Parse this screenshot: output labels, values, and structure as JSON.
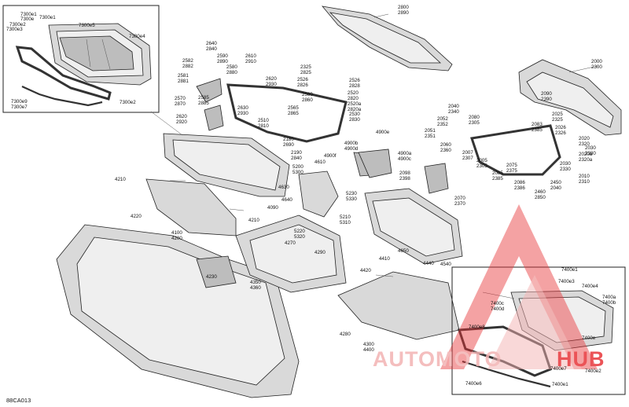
{
  "diagram": {
    "reference_code": "88CA013",
    "watermark": {
      "word1": "AUTOMOTO",
      "word2": "HUB",
      "color": "#e8363a",
      "accent": "#f3b3b3"
    },
    "part_labels": [
      {
        "id": "7300e1a",
        "text": "7300e1"
      },
      {
        "id": "7300ea",
        "text": "7300e"
      },
      {
        "id": "7300e1b",
        "text": "7300e1"
      },
      {
        "id": "7300e2t",
        "text": "7300e2"
      },
      {
        "id": "7300e3",
        "text": "7300e3"
      },
      {
        "id": "7300e5",
        "text": "7300e5"
      },
      {
        "id": "7300e4",
        "text": "7300e4"
      },
      {
        "id": "7300e9",
        "text": "7300e9"
      },
      {
        "id": "7300e7",
        "text": "7300e7"
      },
      {
        "id": "7300e2b",
        "text": "7300e2"
      },
      {
        "id": "2800",
        "text": "2800"
      },
      {
        "id": "2890",
        "text": "2890"
      },
      {
        "id": "2000",
        "text": "2000"
      },
      {
        "id": "2300",
        "text": "2300"
      },
      {
        "id": "2640",
        "text": "2640"
      },
      {
        "id": "2840",
        "text": "2840"
      },
      {
        "id": "2610",
        "text": "2610"
      },
      {
        "id": "2910",
        "text": "2910"
      },
      {
        "id": "2582",
        "text": "2582"
      },
      {
        "id": "2882",
        "text": "2882"
      },
      {
        "id": "2590",
        "text": "2590"
      },
      {
        "id": "2890b",
        "text": "2890"
      },
      {
        "id": "2581",
        "text": "2581"
      },
      {
        "id": "2881",
        "text": "2881"
      },
      {
        "id": "2580",
        "text": "2580"
      },
      {
        "id": "2880",
        "text": "2880"
      },
      {
        "id": "2620",
        "text": "2620"
      },
      {
        "id": "2930",
        "text": "2930"
      },
      {
        "id": "2325",
        "text": "2325"
      },
      {
        "id": "2825",
        "text": "2825"
      },
      {
        "id": "2526",
        "text": "2526"
      },
      {
        "id": "2826",
        "text": "2826"
      },
      {
        "id": "2526b",
        "text": "2526"
      },
      {
        "id": "2828",
        "text": "2828"
      },
      {
        "id": "2520",
        "text": "2520"
      },
      {
        "id": "2820",
        "text": "2820"
      },
      {
        "id": "2520a",
        "text": "2520a"
      },
      {
        "id": "2820a",
        "text": "2820a"
      },
      {
        "id": "2570",
        "text": "2570"
      },
      {
        "id": "2870",
        "text": "2870"
      },
      {
        "id": "2585",
        "text": "2585"
      },
      {
        "id": "2885",
        "text": "2885"
      },
      {
        "id": "2560",
        "text": "2560"
      },
      {
        "id": "2860",
        "text": "2860"
      },
      {
        "id": "2630",
        "text": "2630"
      },
      {
        "id": "2930b",
        "text": "2930"
      },
      {
        "id": "2565",
        "text": "2565"
      },
      {
        "id": "2865",
        "text": "2865"
      },
      {
        "id": "2530",
        "text": "2530"
      },
      {
        "id": "2830",
        "text": "2830"
      },
      {
        "id": "2620b",
        "text": "2620"
      },
      {
        "id": "2920",
        "text": "2920"
      },
      {
        "id": "2510",
        "text": "2510"
      },
      {
        "id": "2810",
        "text": "2810"
      },
      {
        "id": "2040",
        "text": "2040"
      },
      {
        "id": "2340",
        "text": "2340"
      },
      {
        "id": "2090",
        "text": "2090"
      },
      {
        "id": "2390",
        "text": "2390"
      },
      {
        "id": "2080",
        "text": "2080"
      },
      {
        "id": "2305",
        "text": "2305"
      },
      {
        "id": "2025",
        "text": "2025"
      },
      {
        "id": "2325b",
        "text": "2325"
      },
      {
        "id": "2052",
        "text": "2052"
      },
      {
        "id": "2352",
        "text": "2352"
      },
      {
        "id": "2051",
        "text": "2051"
      },
      {
        "id": "2351",
        "text": "2351"
      },
      {
        "id": "2083",
        "text": "2083"
      },
      {
        "id": "2385",
        "text": "2385"
      },
      {
        "id": "2026",
        "text": "2026"
      },
      {
        "id": "2326",
        "text": "2326"
      },
      {
        "id": "2020",
        "text": "2020"
      },
      {
        "id": "2320",
        "text": "2320"
      },
      {
        "id": "2030",
        "text": "2030"
      },
      {
        "id": "2380",
        "text": "2380"
      },
      {
        "id": "2060",
        "text": "2060"
      },
      {
        "id": "2360",
        "text": "2360"
      },
      {
        "id": "2007",
        "text": "2007"
      },
      {
        "id": "2307",
        "text": "2307"
      },
      {
        "id": "2005",
        "text": "2005"
      },
      {
        "id": "2305b",
        "text": "2305"
      },
      {
        "id": "2075",
        "text": "2075"
      },
      {
        "id": "2375",
        "text": "2375"
      },
      {
        "id": "2030b",
        "text": "2030"
      },
      {
        "id": "2330",
        "text": "2330"
      },
      {
        "id": "2020a",
        "text": "2020a"
      },
      {
        "id": "2320a",
        "text": "2320a"
      },
      {
        "id": "2085",
        "text": "2085"
      },
      {
        "id": "2385b",
        "text": "2385"
      },
      {
        "id": "2086",
        "text": "2086"
      },
      {
        "id": "2386",
        "text": "2386"
      },
      {
        "id": "2450",
        "text": "2450"
      },
      {
        "id": "2040b",
        "text": "2040"
      },
      {
        "id": "2010",
        "text": "2010"
      },
      {
        "id": "2310",
        "text": "2310"
      },
      {
        "id": "2460",
        "text": "2460"
      },
      {
        "id": "2850",
        "text": "2850"
      },
      {
        "id": "2098",
        "text": "2098"
      },
      {
        "id": "2398",
        "text": "2398"
      },
      {
        "id": "2070",
        "text": "2070"
      },
      {
        "id": "2370",
        "text": "2370"
      },
      {
        "id": "2180",
        "text": "2180"
      },
      {
        "id": "2690",
        "text": "2690"
      },
      {
        "id": "2190",
        "text": "2190"
      },
      {
        "id": "2840b",
        "text": "2840"
      },
      {
        "id": "4900e",
        "text": "4900e"
      },
      {
        "id": "4900b",
        "text": "4900b"
      },
      {
        "id": "4900d",
        "text": "4900d"
      },
      {
        "id": "4900f",
        "text": "4900f"
      },
      {
        "id": "4610",
        "text": "4610"
      },
      {
        "id": "4900a",
        "text": "4900a"
      },
      {
        "id": "4900c",
        "text": "4900c"
      },
      {
        "id": "5200",
        "text": "5200"
      },
      {
        "id": "5300",
        "text": "5300"
      },
      {
        "id": "4630",
        "text": "4630"
      },
      {
        "id": "4640",
        "text": "4640"
      },
      {
        "id": "5230",
        "text": "5230"
      },
      {
        "id": "5330",
        "text": "5330"
      },
      {
        "id": "4090",
        "text": "4090"
      },
      {
        "id": "5210",
        "text": "5210"
      },
      {
        "id": "5310",
        "text": "5310"
      },
      {
        "id": "5220",
        "text": "5220"
      },
      {
        "id": "5320",
        "text": "5320"
      },
      {
        "id": "4270",
        "text": "4270"
      },
      {
        "id": "4290",
        "text": "4290"
      },
      {
        "id": "4210",
        "text": "4210"
      },
      {
        "id": "4210b",
        "text": "4210"
      },
      {
        "id": "4220",
        "text": "4220"
      },
      {
        "id": "4100",
        "text": "4100"
      },
      {
        "id": "4200",
        "text": "4200"
      },
      {
        "id": "4230",
        "text": "4230"
      },
      {
        "id": "4350",
        "text": "4350"
      },
      {
        "id": "4360",
        "text": "4360"
      },
      {
        "id": "4650",
        "text": "4650"
      },
      {
        "id": "4410",
        "text": "4410"
      },
      {
        "id": "4420",
        "text": "4420"
      },
      {
        "id": "4440",
        "text": "4440"
      },
      {
        "id": "4540",
        "text": "4540"
      },
      {
        "id": "4280",
        "text": "4280"
      },
      {
        "id": "4300",
        "text": "4300"
      },
      {
        "id": "4400",
        "text": "4400"
      },
      {
        "id": "7400e1a",
        "text": "7400e1"
      },
      {
        "id": "7400e3",
        "text": "7400e3"
      },
      {
        "id": "7400e4",
        "text": "7400e4"
      },
      {
        "id": "7400a",
        "text": "7400a"
      },
      {
        "id": "7400b",
        "text": "7400b"
      },
      {
        "id": "7400c",
        "text": "7400c"
      },
      {
        "id": "7400d",
        "text": "7400d"
      },
      {
        "id": "7400e8",
        "text": "7400e8"
      },
      {
        "id": "7400e6",
        "text": "7400e6"
      },
      {
        "id": "7400e7",
        "text": "7400e7"
      },
      {
        "id": "7400e2",
        "text": "7400e2"
      },
      {
        "id": "7400e",
        "text": "7400e"
      },
      {
        "id": "7400e1b",
        "text": "7400e1"
      }
    ]
  }
}
